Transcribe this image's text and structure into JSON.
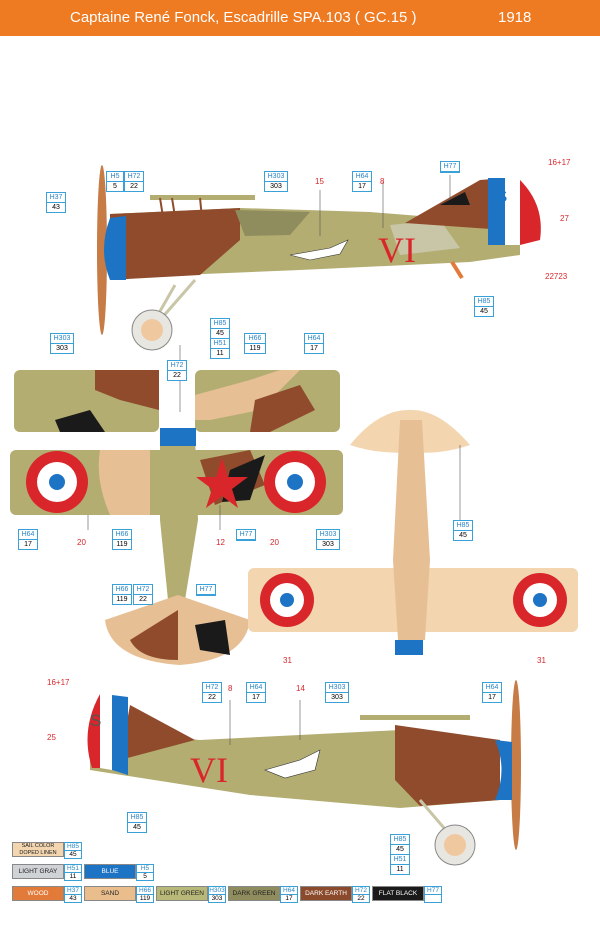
{
  "header": {
    "title": "Captaine René Fonck, Escadrille SPA.103 ( GC.15 )",
    "year": "1918"
  },
  "labels": {
    "prop": {
      "code": "H37",
      "num": "43"
    },
    "h5": {
      "code": "H5",
      "num": "5"
    },
    "h72a": {
      "code": "H72",
      "num": "22"
    },
    "h303a": {
      "code": "H303",
      "num": "303"
    },
    "h64a": {
      "code": "H64",
      "num": "17"
    },
    "h77a": {
      "code": "H77",
      "num": ""
    },
    "h85a": {
      "code": "H85",
      "num": "45"
    },
    "h85b": {
      "code": "H85",
      "num": "45"
    },
    "h51a": {
      "code": "H51",
      "num": "11"
    },
    "h303b": {
      "code": "H303",
      "num": "303"
    },
    "h66a": {
      "code": "H66",
      "num": "119"
    },
    "h64b": {
      "code": "H64",
      "num": "17"
    },
    "h72b": {
      "code": "H72",
      "num": "22"
    },
    "h64c": {
      "code": "H64",
      "num": "17"
    },
    "h66b": {
      "code": "H66",
      "num": "119"
    },
    "h77b": {
      "code": "H77",
      "num": ""
    },
    "h303c": {
      "code": "H303",
      "num": "303"
    },
    "h85c": {
      "code": "H85",
      "num": "45"
    },
    "h66c": {
      "code": "H66",
      "num": "119"
    },
    "h72c": {
      "code": "H72",
      "num": "22"
    },
    "h77c": {
      "code": "H77",
      "num": ""
    },
    "h72d": {
      "code": "H72",
      "num": "22"
    },
    "h64d": {
      "code": "H64",
      "num": "17"
    },
    "h303d": {
      "code": "H303",
      "num": "303"
    },
    "h64e": {
      "code": "H64",
      "num": "17"
    },
    "h85d": {
      "code": "H85",
      "num": "45"
    },
    "h85e": {
      "code": "H85",
      "num": "45"
    },
    "h51b": {
      "code": "H51",
      "num": "11"
    }
  },
  "callouts": {
    "c15": "15",
    "c8a": "8",
    "c16a": "16+17",
    "c27": "27",
    "c22723": "22723",
    "c20a": "20",
    "c12": "12",
    "c20b": "20",
    "c31a": "31",
    "c31b": "31",
    "c16b": "16+17",
    "c25": "25",
    "c8b": "8",
    "c14": "14"
  },
  "markings": {
    "vi": "VI",
    "s": "S"
  },
  "legend": [
    {
      "name": "SAIL COLOR DOPED LINEN",
      "code": "H85",
      "num": "45",
      "color": "#f3d6b0"
    },
    {
      "name": "LIGHT GRAY",
      "code": "H51",
      "num": "11",
      "color": "#cfd3d6"
    },
    {
      "name": "BLUE",
      "code": "H5",
      "num": "5",
      "color": "#1d74c4"
    },
    {
      "name": "WOOD",
      "code": "H37",
      "num": "43",
      "color": "#e27a3a"
    },
    {
      "name": "SAND",
      "code": "H66",
      "num": "119",
      "color": "#e9bd8c"
    },
    {
      "name": "LIGHT GREEN",
      "code": "H303",
      "num": "303",
      "color": "#b8b878"
    },
    {
      "name": "DARK GREEN",
      "code": "H64",
      "num": "17",
      "color": "#8f8c5d"
    },
    {
      "name": "DARK EARTH",
      "code": "H72",
      "num": "22",
      "color": "#8b4a2c"
    },
    {
      "name": "FLAT BLACK",
      "code": "H77",
      "num": "",
      "color": "#1a1a1a"
    }
  ],
  "colors": {
    "header": "#ee7a22",
    "green": "#b3ad72",
    "earth": "#8f4b2c",
    "sand": "#e7bf94",
    "linen": "#f3d6b0",
    "red": "#d8262b",
    "blue": "#1d74c4"
  }
}
